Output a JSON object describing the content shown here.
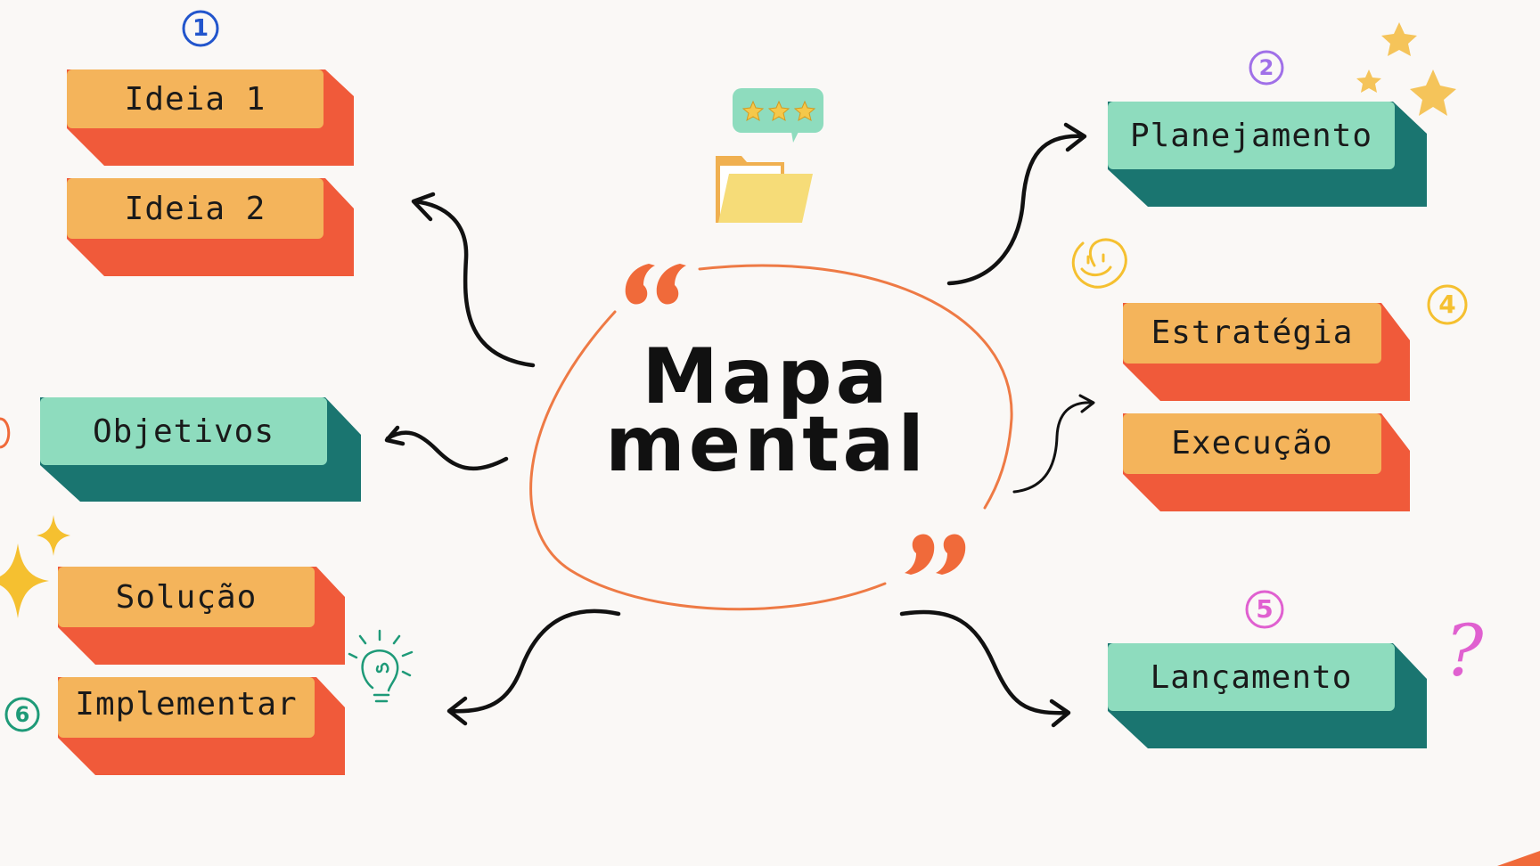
{
  "title": {
    "line1": "Mapa",
    "line2": "mental"
  },
  "nodes": {
    "ideia1": "Ideia 1",
    "ideia2": "Ideia 2",
    "objetivos": "Objetivos",
    "solucao": "Solução",
    "implementar": "Implementar",
    "planejamento": "Planejamento",
    "estrategia": "Estratégia",
    "execucao": "Execução",
    "lancamento": "Lançamento"
  },
  "markers": {
    "m1": "1",
    "m2": "2",
    "m4": "4",
    "m5": "5",
    "m6": "6",
    "question": "?"
  },
  "colors": {
    "orange_top": "#F4B45B",
    "orange_side": "#F05A3A",
    "teal_top": "#8EDCBE",
    "teal_side": "#1A7570",
    "ellipse": "#EE7A45",
    "quote": "#F06A3A",
    "blue_marker": "#2255CC",
    "purple_marker": "#A070E8",
    "yellow_marker": "#F5C030",
    "pink_marker": "#E060D0",
    "green_marker": "#1E9A78"
  },
  "icons": [
    "quote-open-icon",
    "quote-close-icon",
    "folder-icon",
    "rating-bubble-icon",
    "star-icon",
    "smiley-icon",
    "sparkle-icon",
    "lightbulb-icon",
    "question-mark-icon"
  ]
}
